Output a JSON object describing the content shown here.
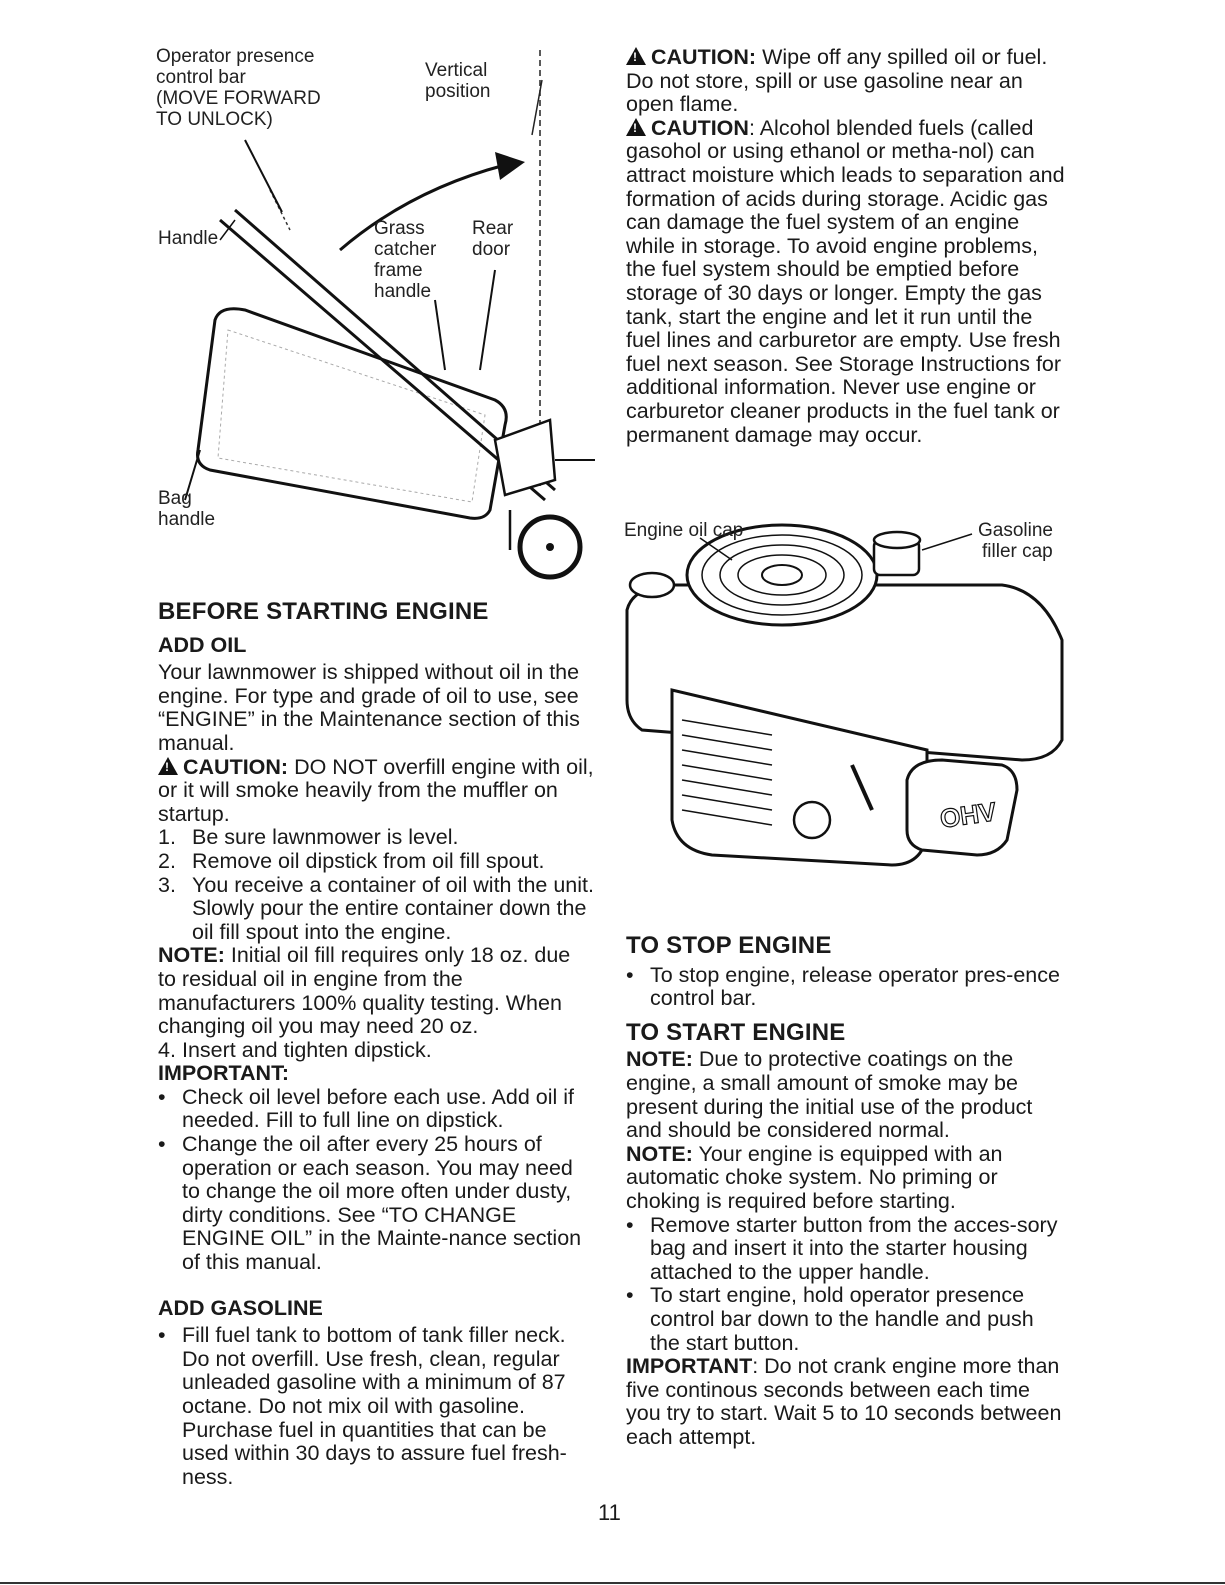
{
  "mower_figure": {
    "operator_presence_lines": [
      "Operator presence",
      "control bar",
      "(MOVE FORWARD",
      "TO UNLOCK)"
    ],
    "vertical_position_lines": [
      "Vertical",
      "position"
    ],
    "handle": "Handle",
    "grass_catcher_lines": [
      "Grass",
      "catcher",
      "frame",
      "handle"
    ],
    "rear_door_lines": [
      "Rear",
      "door"
    ],
    "bag_handle_lines": [
      "Bag",
      "handle"
    ]
  },
  "engine_figure": {
    "engine_oil_cap": "Engine oil cap",
    "gasoline_filler_cap_lines": [
      "Gasoline",
      "filler cap"
    ],
    "ohv_mark": "OHV"
  },
  "right_top": {
    "caution1_label": "CAUTION:",
    "caution1_text": " Wipe off any spilled oil or fuel.  Do not store, spill or use gasoline near an open flame.",
    "caution2_label": "CAUTION",
    "caution2_text": ": Alcohol blended fuels (called gasohol or using ethanol or metha-nol) can attract moisture which leads to separation and formation of acids during storage.  Acidic gas can damage the fuel system of an engine while in storage.  To avoid engine problems, the fuel system should be emptied before storage of 30 days or longer.  Empty the gas tank, start the engine and let it run until the fuel lines and carburetor are empty.  Use fresh fuel next season.  See Storage Instructions for additional information.  Never use engine or carburetor cleaner products in the fuel tank or permanent damage may occur."
  },
  "left": {
    "heading": "BEFORE STARTING ENGINE",
    "add_oil_heading": "ADD OIL",
    "intro": "Your lawnmower is shipped without oil in the engine. For type and grade of oil to use, see “ENGINE” in the Maintenance section of this manual.",
    "caution_label": "CAUTION:",
    "caution_text": " DO NOT overfill engine with oil, or it will smoke heavily from the muffler on startup.",
    "steps": [
      {
        "n": "1.",
        "text": "Be sure lawnmower is level."
      },
      {
        "n": "2.",
        "text": "Remove oil dipstick from oil fill spout."
      },
      {
        "n": "3.",
        "text": "You receive a container of oil with the unit.  Slowly pour the entire container down the oil fill spout into the engine."
      }
    ],
    "note_label": "NOTE:",
    "note_text": " Initial oil fill requires only 18 oz. due to residual oil in engine from the manufacturers 100% quality testing. When changing oil you may need 20 oz.",
    "step4": {
      "n": "4.",
      "text": "Insert and tighten dipstick."
    },
    "important_label": "IMPORTANT:",
    "important_bullets": [
      "Check oil level before each use.  Add oil if needed.  Fill to full line on dipstick.",
      "Change the oil after every 25 hours of operation or each season.  You may need to change the oil more often under dusty, dirty conditions.  See “TO CHANGE ENGINE OIL” in the Mainte-nance section of this manual."
    ],
    "add_gas_heading": "ADD GASOLINE",
    "gas_bullets": [
      "Fill fuel tank to bottom of tank filler neck.  Do not overfill.  Use fresh, clean, regular unleaded gasoline with a minimum of 87 octane.  Do not mix oil with gasoline.  Purchase fuel in quantities that can be used within 30 days to assure fuel fresh-ness."
    ]
  },
  "right": {
    "stop_heading": "TO STOP ENGINE",
    "stop_bullets": [
      "To stop engine, release operator pres-ence control bar."
    ],
    "start_heading": "TO START ENGINE",
    "note1_label": "NOTE:",
    "note1_text": " Due to protective coatings on the engine, a small amount of smoke may be present during the initial use of the product and should be considered normal.",
    "note2_label": "NOTE:",
    "note2_text": "  Your engine is equipped with an automatic choke system.  No priming or choking is required before starting.",
    "start_bullets": [
      "Remove starter button from the acces-sory bag and insert it into the starter housing attached to the upper handle.",
      "To start engine, hold operator presence control bar down to the handle and push the start button."
    ],
    "important_label": "IMPORTANT",
    "important_text": ":  Do not crank engine more than five continous seconds between each time you try to start. Wait 5 to 10 seconds between each attempt."
  },
  "page_number": "11"
}
